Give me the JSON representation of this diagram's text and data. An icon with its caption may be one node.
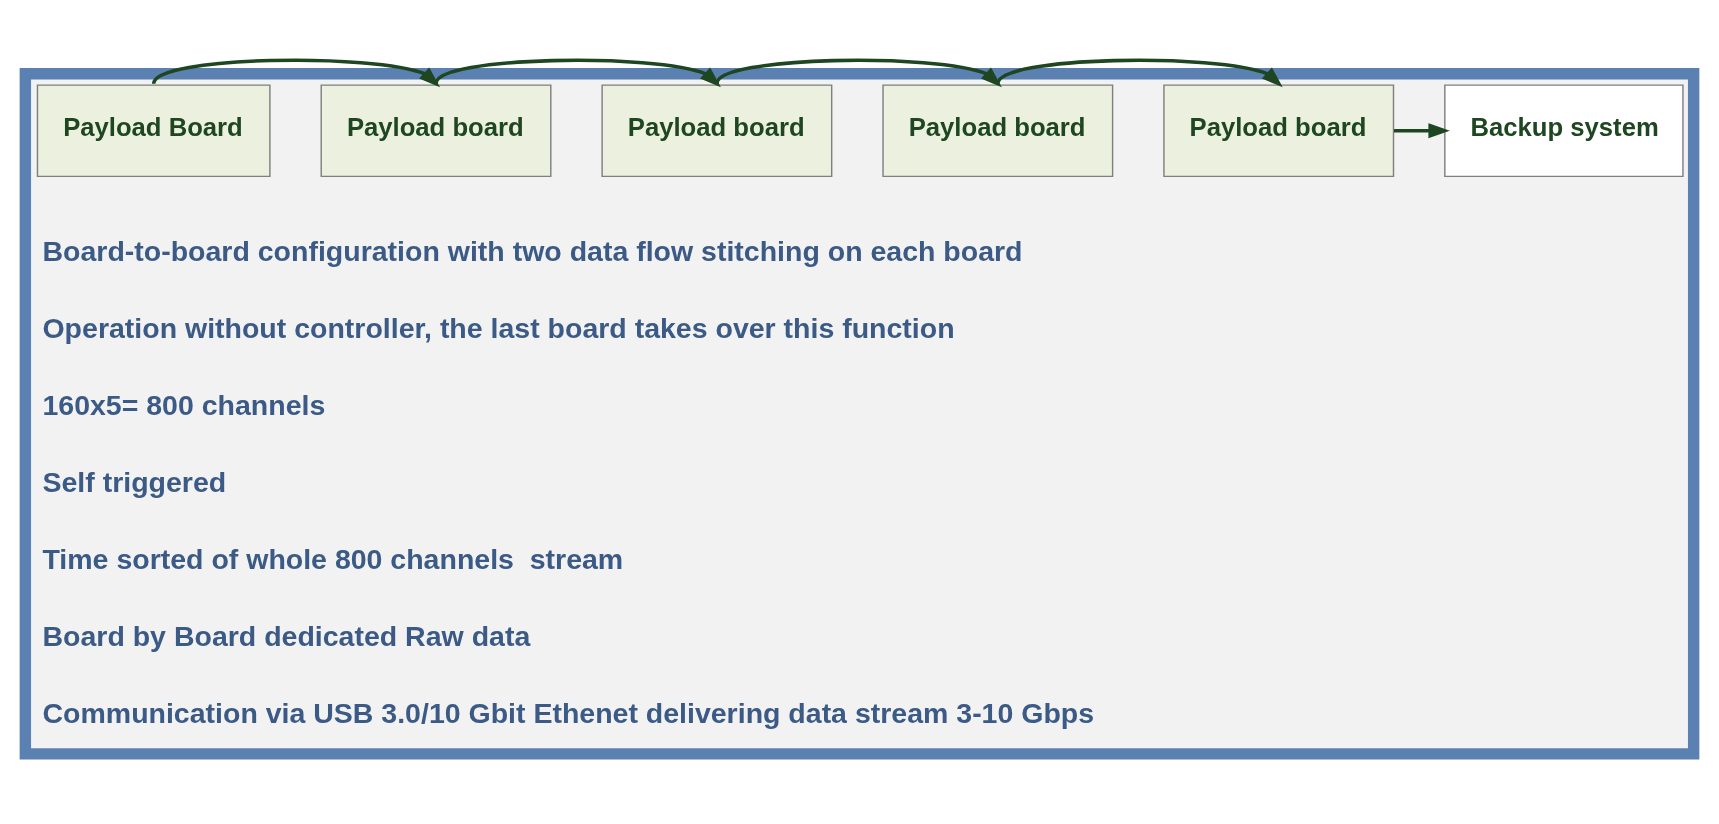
{
  "diagram": {
    "nodes": [
      {
        "text": [],
        "shape": "box"
      },
      {
        "text": [
          "Payload Board"
        ],
        "in": 0
      },
      {
        "text": [
          "Payload board"
        ],
        "in": 0
      },
      {
        "text": [
          "Payload board"
        ],
        "in": 0
      },
      {
        "text": [
          "Payload board"
        ],
        "in": 0
      },
      {
        "text": [
          "Payload board"
        ],
        "in": 0
      },
      {
        "text": [
          "Backup system"
        ],
        "in": 0
      }
    ],
    "edges": [
      {
        "from": 1,
        "to": 2,
        "arrow": "to"
      },
      {
        "from": 2,
        "to": 3,
        "arrow": "to"
      },
      {
        "from": 3,
        "to": 4,
        "arrow": "to"
      },
      {
        "from": 4,
        "to": 5,
        "arrow": "to"
      },
      {
        "from": 5,
        "to": 6,
        "arrow": "to"
      }
    ],
    "labels": [
      "Board-to-board configuration with two data flow stitching on each board",
      "Operation without controller, the last board takes over this function",
      "160x5= 800 channels",
      "Self triggered",
      "Time sorted of whole 800 channels  stream",
      "Board by Board dedicated Raw data",
      "Communication via USB 3.0/10 Gbit Ethenet delivering data stream 3-10 Gbps"
    ]
  }
}
